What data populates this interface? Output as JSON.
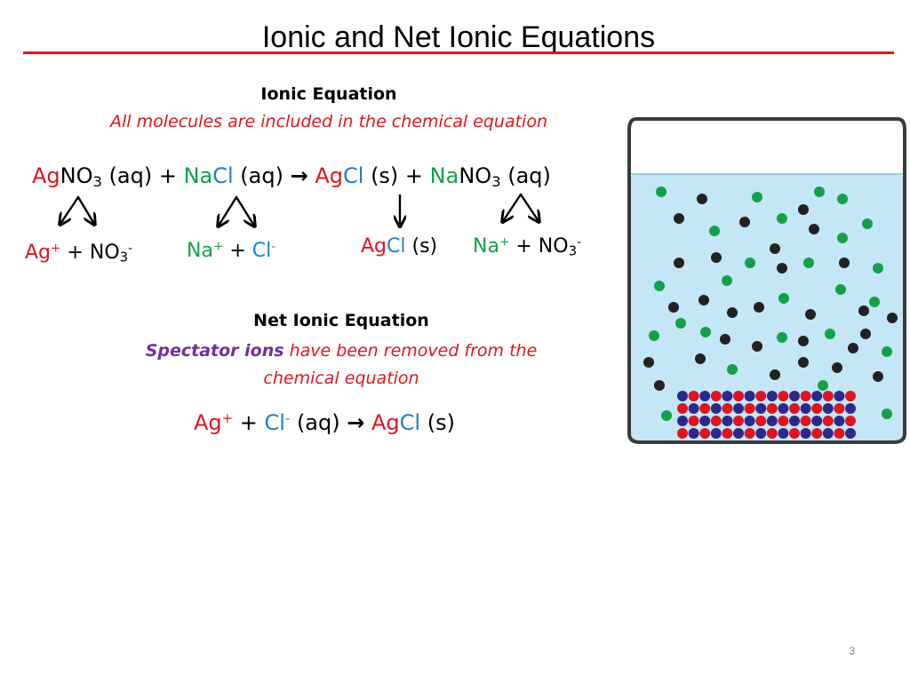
{
  "colors": {
    "red": "#e0151c",
    "green": "#14a04a",
    "blue": "#1f7fd0",
    "purple": "#7030a0",
    "black": "#000000",
    "rule": "#e0151c"
  },
  "slide": {
    "title": "Ionic and Net Ionic Equations",
    "number": "3"
  },
  "ionic": {
    "heading": "Ionic Equation",
    "subtitle": "All molecules are included in the chemical equation",
    "equation": {
      "t1_ag": "Ag",
      "t1_no": "NO",
      "t1_sub": "3",
      "t1_state": " (aq) + ",
      "t2_na": "Na",
      "t2_cl": "Cl",
      "t2_state": " (aq) ",
      "arrow": "→",
      "t3_ag": " Ag",
      "t3_cl": "Cl",
      "t3_state": " (s) + ",
      "t4_na": "Na",
      "t4_no": "NO",
      "t4_sub": "3",
      "t4_state": " (aq)"
    },
    "ions": {
      "g1_ag": "Ag",
      "g1_ag_charge": "+",
      "g1_plus": " + NO",
      "g1_sub": "3",
      "g1_charge": "-",
      "g2_na": "Na",
      "g2_na_charge": "+",
      "g2_plus": " + ",
      "g2_cl": "Cl",
      "g2_cl_charge": "-",
      "g3_ag": "Ag",
      "g3_cl": "Cl",
      "g3_state": " (s)",
      "g4_na": "Na",
      "g4_na_charge": "+",
      "g4_plus": " + NO",
      "g4_sub": "3",
      "g4_charge": "-"
    }
  },
  "net": {
    "heading": "Net Ionic Equation",
    "spectator": "Spectator ions",
    "rest_line1": " have been removed from the",
    "rest_line2": "chemical equation",
    "equation": {
      "ag": "Ag",
      "ag_charge": "+",
      "plus": " + ",
      "cl": "Cl",
      "cl_charge": "-",
      "state1": " (aq) ",
      "arrow": "→",
      "p_ag": " Ag",
      "p_cl": "Cl",
      "state2": " (s)"
    }
  },
  "beaker": {
    "icon": "beaker-precipitate-illustration",
    "water_color": "#c5e6f7",
    "ion_colors": {
      "silver": "#e0151c",
      "nitrate": "#2a2a8c",
      "sodium": "#14a04a",
      "chloride": "#222222"
    }
  }
}
